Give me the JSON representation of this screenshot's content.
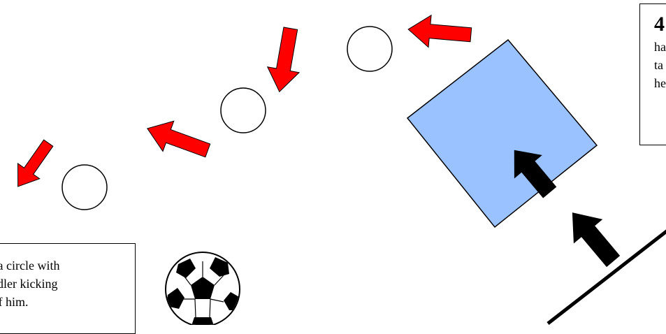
{
  "colors": {
    "arrow_red": "#ff0000",
    "arrow_black": "#000000",
    "square_fill": "#99c2ff",
    "cone_fill": "#ffffff",
    "outline": "#000000"
  },
  "icons": {
    "cone": "circle-marker",
    "ball": "soccer-ball-icon",
    "handler_path": "red-arrow",
    "dog_direction": "black-arrow"
  },
  "instruction_left": {
    "line1": "alk a circle with",
    "line2": "handler kicking",
    "line3": "nt of him."
  },
  "instruction_right": {
    "number": "4",
    "line1": "ha",
    "line2": "ta",
    "line3": "he"
  }
}
